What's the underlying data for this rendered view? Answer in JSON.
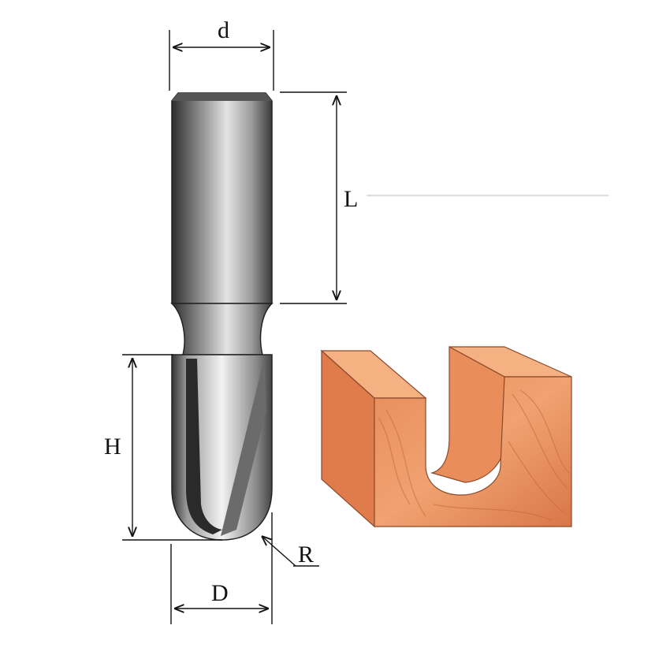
{
  "labels": {
    "shank_diameter": "d",
    "shank_length": "L",
    "cutting_height": "H",
    "radius": "R",
    "cutting_diameter": "D"
  },
  "colors": {
    "wood_light": "#f3a46f",
    "wood_mid": "#e8895a",
    "wood_dark": "#c8663e",
    "steel_dark": "#3a3a3a",
    "steel_light": "#d8d8d8"
  }
}
